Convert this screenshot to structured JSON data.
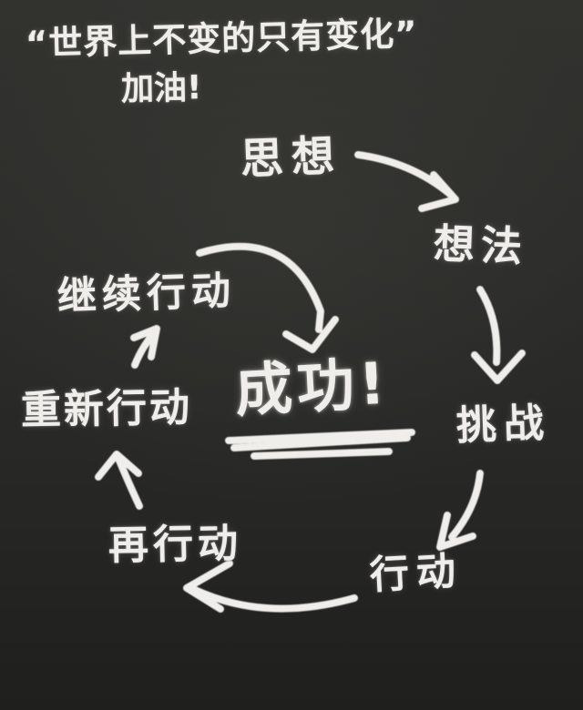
{
  "header": {
    "quote": "“世界上不变的只有变化”",
    "cheer": "加油!"
  },
  "diagram": {
    "type": "hand-drawn chalkboard flow cycle",
    "nodes": [
      {
        "id": "thought",
        "label": "思想"
      },
      {
        "id": "idea",
        "label": "想法"
      },
      {
        "id": "challenge",
        "label": "挑战"
      },
      {
        "id": "action",
        "label": "行动"
      },
      {
        "id": "act-again",
        "label": "再行动"
      },
      {
        "id": "act-anew",
        "label": "重新行动"
      },
      {
        "id": "keep-acting",
        "label": "继续行动"
      },
      {
        "id": "success",
        "label": "成功!"
      }
    ],
    "edges": [
      {
        "from": "思想",
        "to": "想法"
      },
      {
        "from": "想法",
        "to": "挑战"
      },
      {
        "from": "挑战",
        "to": "行动"
      },
      {
        "from": "行动",
        "to": "再行动"
      },
      {
        "from": "再行动",
        "to": "重新行动"
      },
      {
        "from": "重新行动",
        "to": "继续行动"
      },
      {
        "from": "继续行动",
        "to": "成功!"
      }
    ],
    "emphasis": "成功! is double-underlined in the center"
  },
  "colors": {
    "chalk": "#efeeea",
    "board_light": "#32322f",
    "board_mid": "#2b2b29",
    "board_dark": "#1f1f1e"
  }
}
